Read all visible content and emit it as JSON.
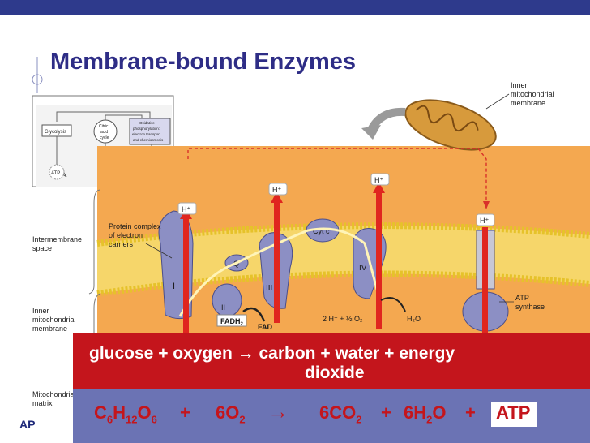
{
  "title": "Membrane-bound Enzymes",
  "footer_text": "AP",
  "overview": {
    "glycolysis": "Glycolysis",
    "citric_acid_1": "Citric",
    "citric_acid_2": "acid",
    "citric_acid_3": "cycle",
    "oxphos_1": "Oxidative",
    "oxphos_2": "phosphorylation:",
    "oxphos_3": "electron transport",
    "oxphos_4": "and chemiosmosis",
    "atp": "ATP"
  },
  "labels": {
    "inner_mito_1": "Inner",
    "inner_mito_2": "mitochondrial",
    "inner_mito_3": "membrane",
    "protein_complex_1": "Protein complex",
    "protein_complex_2": "of electron",
    "protein_complex_3": "carriers",
    "intermembrane_1": "Intermembrane",
    "intermembrane_2": "space",
    "inner_left_1": "Inner",
    "inner_left_2": "mitochondrial",
    "inner_left_3": "membrane",
    "matrix_1": "Mitochondrial",
    "matrix_2": "matrix",
    "h_plus": "H⁺",
    "cyt_c": "Cyt c",
    "q": "Q",
    "complex_1": "I",
    "complex_2": "II",
    "complex_3": "III",
    "complex_4": "IV",
    "fadh2": "FADH",
    "fadh2_sub": "2",
    "fad": "FAD",
    "water_eq": "2 H⁺ + ½ O₂",
    "h2o": "H₂O",
    "atp_synthase_1": "ATP",
    "atp_synthase_2": "synthase"
  },
  "word_equation": {
    "line1": "glucose + oxygen → carbon + water + energy",
    "line2": "dioxide"
  },
  "formula": {
    "glucose": "C",
    "glucose_sub1": "6",
    "glucose_h": "H",
    "glucose_sub2": "12",
    "glucose_o": "O",
    "glucose_sub3": "6",
    "plus1": "+",
    "oxygen": "6O",
    "oxygen_sub": "2",
    "arrow": "→",
    "co2": "6CO",
    "co2_sub": "2",
    "plus2": "+",
    "water": "6H",
    "water_sub": "2",
    "water_o": "O",
    "plus3": "+",
    "atp": "ATP"
  },
  "colors": {
    "header_bar": "#2e3a8c",
    "title": "#2e2d86",
    "background_orange": "#f4a850",
    "membrane": "#e8d64a",
    "protein": "#8c8fc4",
    "proton_arrow": "#e0261f",
    "equation_box": "#c4151c",
    "formula_box": "#6b73b4"
  }
}
